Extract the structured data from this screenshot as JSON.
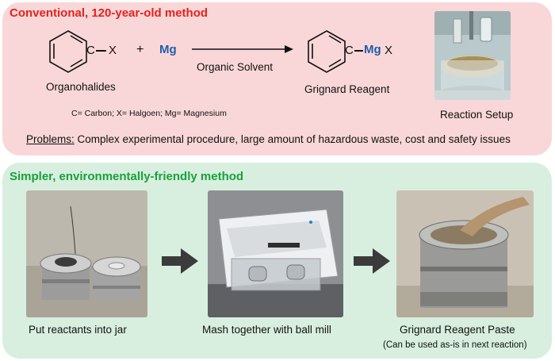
{
  "top": {
    "heading": "Conventional, 120-year-old method",
    "reactant_x": "X",
    "reactant_c": "C",
    "plus": "+",
    "magnesium": "Mg",
    "solvent": "Organic Solvent",
    "product_c": "C",
    "product_mg": "Mg",
    "product_x": "X",
    "organohalides": "Organohalides",
    "grignard": "Grignard Reagent",
    "legend": "C= Carbon; X= Halgoen; Mg= Magnesium",
    "reaction_setup": "Reaction Setup",
    "problems_label": "Problems:",
    "problems_text": " Complex experimental procedure, large amount of hazardous waste, cost and safety issues"
  },
  "bottom": {
    "heading": "Simpler, environmentally-friendly method",
    "step1": "Put reactants into jar",
    "step2": "Mash together with ball mill",
    "step3": "Grignard Reagent Paste",
    "step3_note": "(Can be used as-is in next reaction)"
  },
  "colors": {
    "top_panel": "#f9d7d8",
    "bottom_panel": "#d8efdf",
    "red_heading": "#e8201e",
    "green_heading": "#18a23a",
    "magnesium_blue": "#1f5fae",
    "arrow_gray": "#3b3b3b"
  }
}
